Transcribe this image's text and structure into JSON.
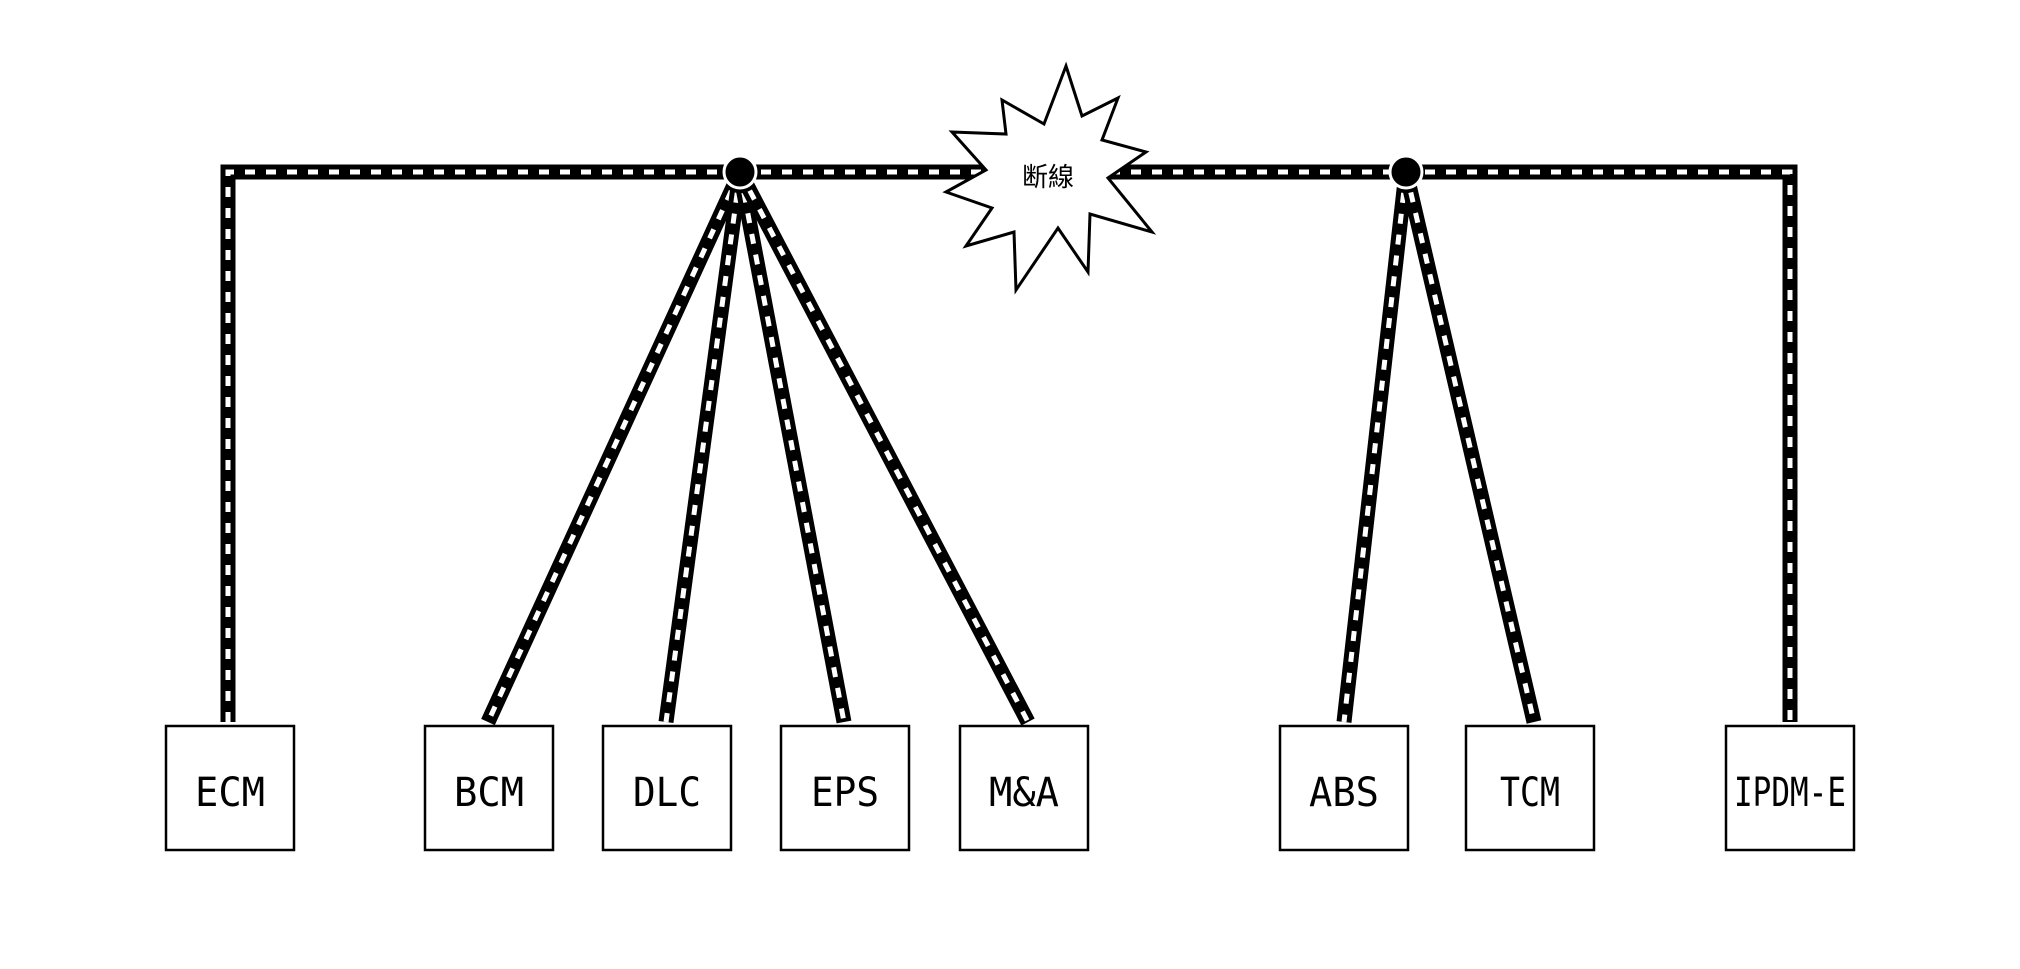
{
  "colors": {
    "line_outer": "#000000",
    "line_dash": "#ffffff",
    "node": "#000000",
    "box_border": "#000000"
  },
  "break_label": "断線",
  "modules": [
    {
      "id": "ecm",
      "label": "ECM"
    },
    {
      "id": "bcm",
      "label": "BCM"
    },
    {
      "id": "dlc",
      "label": "DLC"
    },
    {
      "id": "eps",
      "label": "EPS"
    },
    {
      "id": "ma",
      "label": "M&A"
    },
    {
      "id": "abs",
      "label": "ABS"
    },
    {
      "id": "tcm",
      "label": "TCM"
    },
    {
      "id": "ipdm",
      "label": "IPDM-E"
    }
  ]
}
